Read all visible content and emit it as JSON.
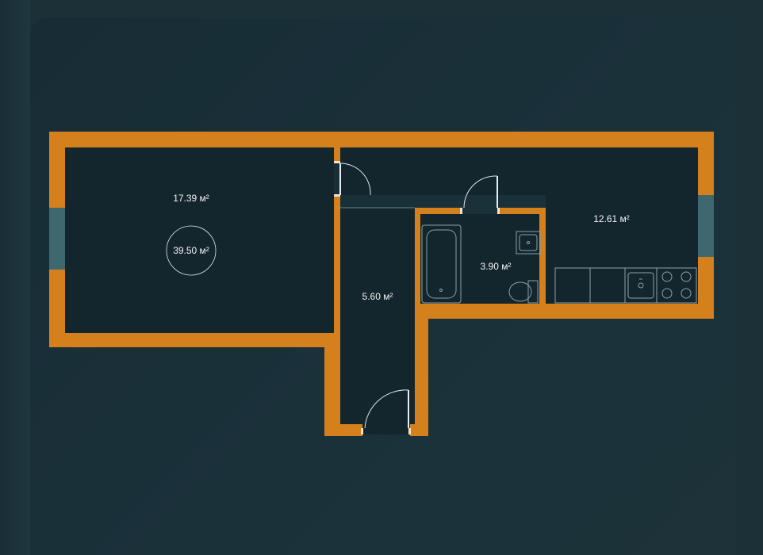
{
  "rooms": {
    "living_room": {
      "area_label": "17.39 м²"
    },
    "total": {
      "area_label": "39.50 м²"
    },
    "hallway": {
      "area_label": "5.60 м²"
    },
    "bathroom": {
      "area_label": "3.90 м²"
    },
    "kitchen": {
      "area_label": "12.61 м²"
    }
  },
  "colors": {
    "wall": "#d4801d",
    "background": "#172c35",
    "fixture_stroke": "#8aa0a8",
    "window": "#3f6770",
    "text": "#f2f2f2"
  },
  "icons": [
    "bathtub-icon",
    "sink-icon",
    "toilet-icon",
    "kitchen-sink-icon",
    "stove-icon"
  ]
}
